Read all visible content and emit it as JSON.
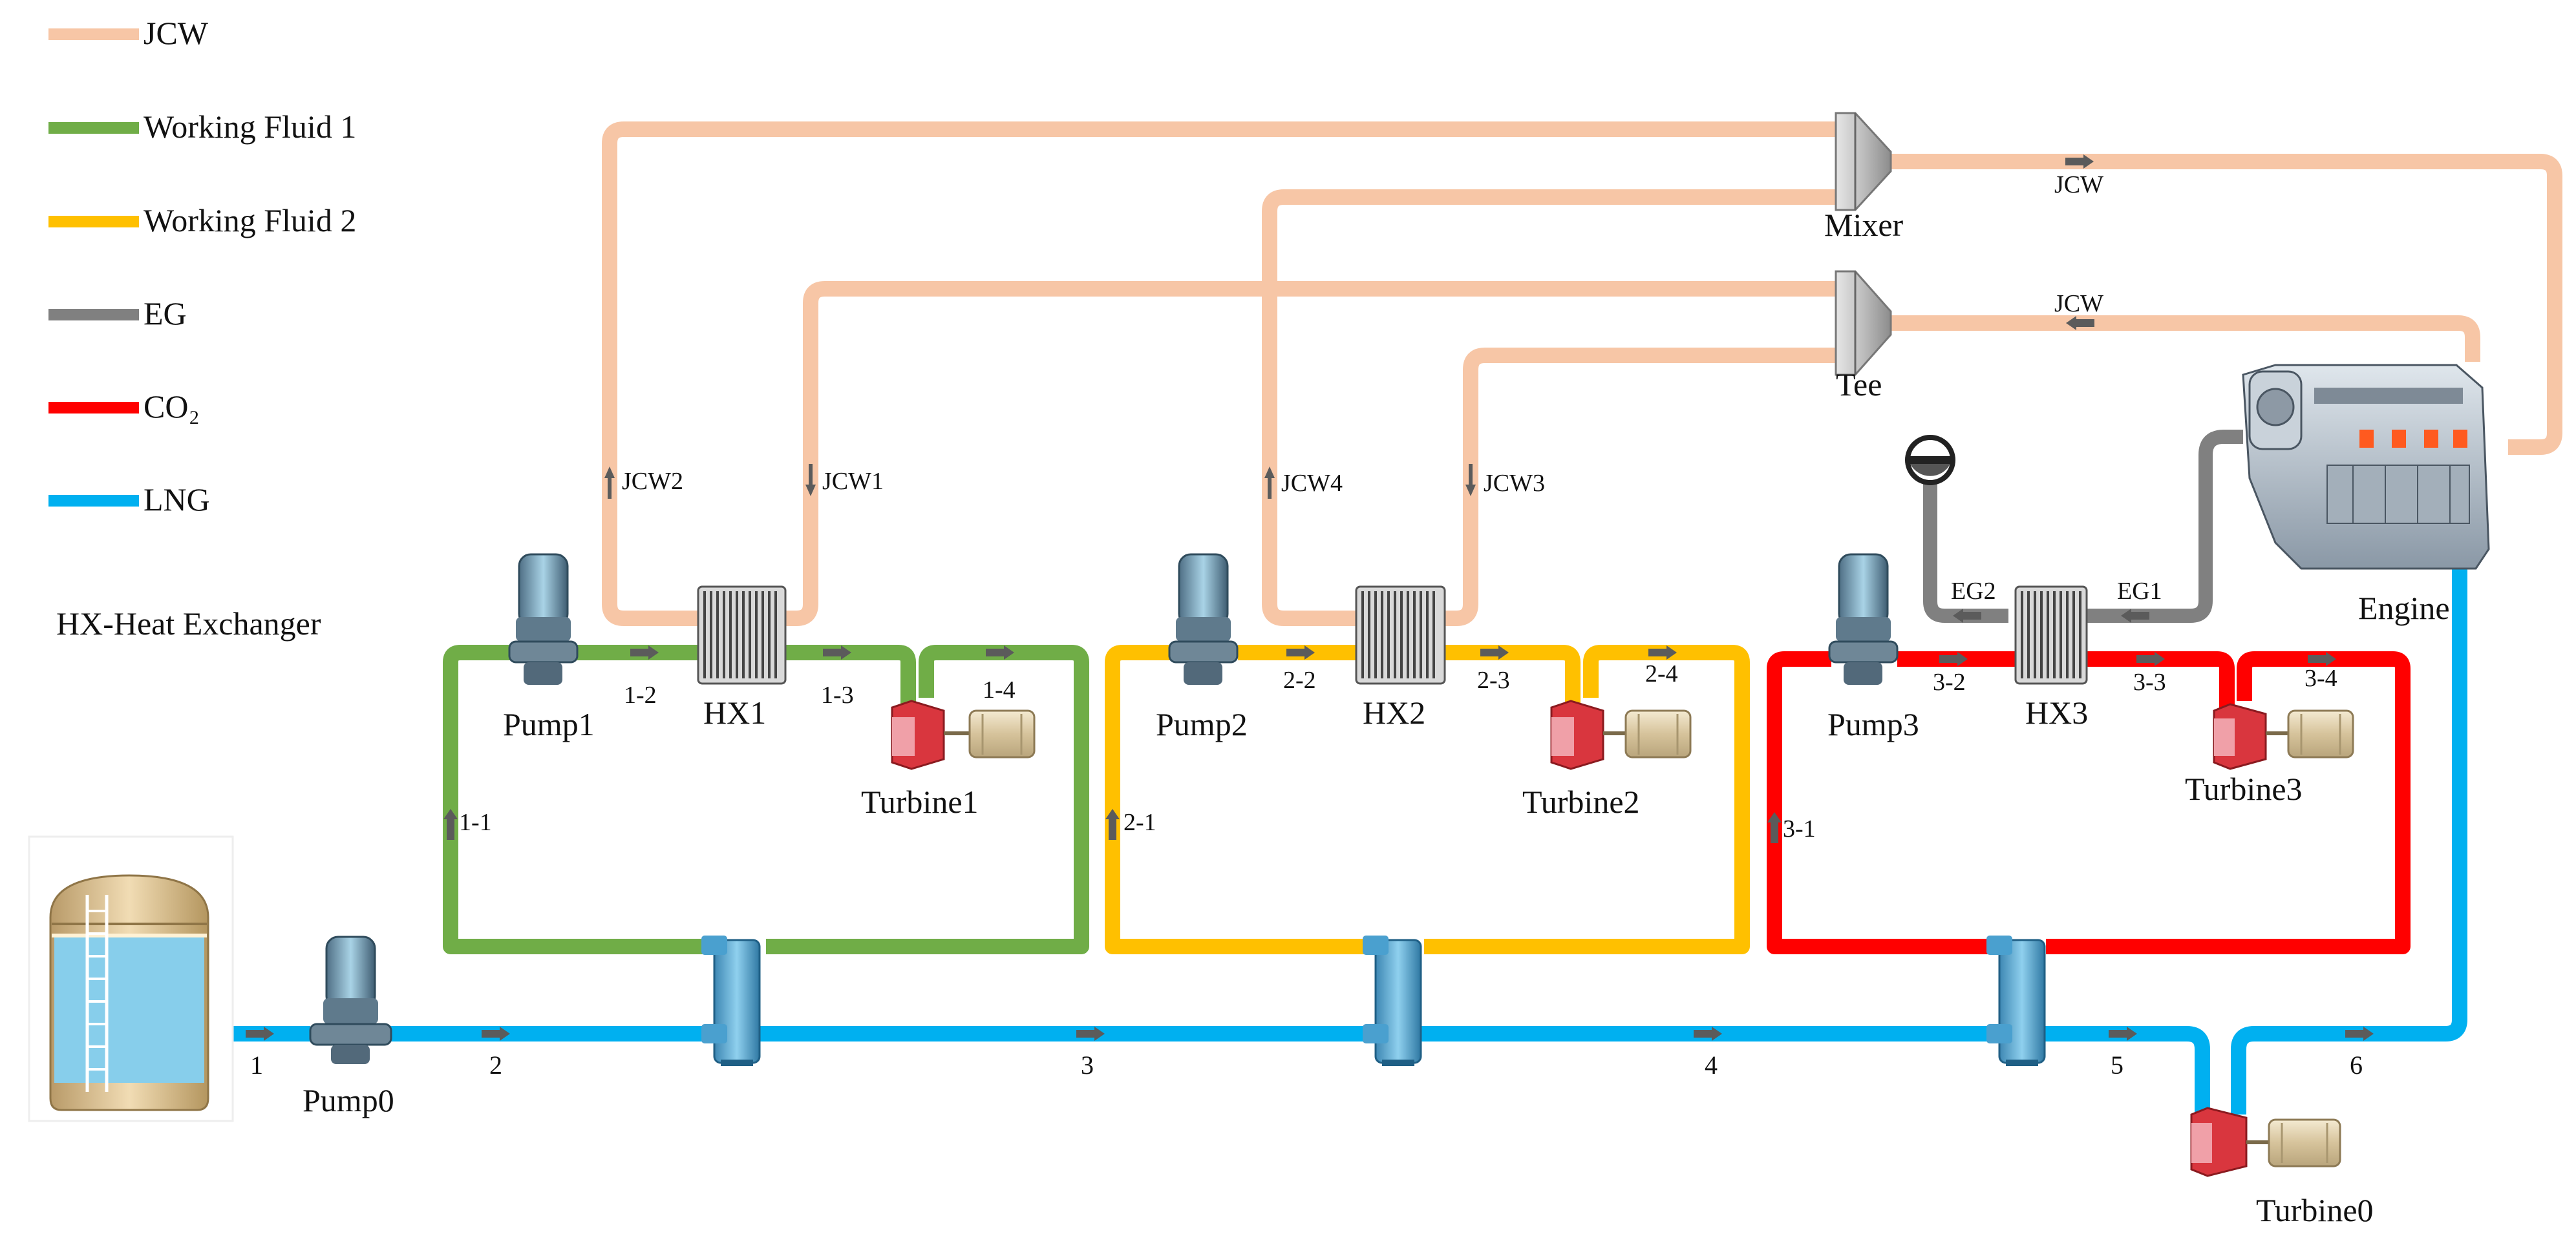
{
  "legend": {
    "items": [
      {
        "label": "JCW",
        "color": "#F7C6A6"
      },
      {
        "label": "Working Fluid 1",
        "color": "#70AD47"
      },
      {
        "label": "Working Fluid 2",
        "color": "#FFC000"
      },
      {
        "label": "EG",
        "color": "#808080"
      },
      {
        "label": "CO₂",
        "color": "#FF0000"
      },
      {
        "label": "LNG",
        "color": "#00B0F0"
      }
    ],
    "note": "HX-Heat Exchanger"
  },
  "components": {
    "pump0": "Pump0",
    "pump1": "Pump1",
    "pump2": "Pump2",
    "pump3": "Pump3",
    "hx1": "HX1",
    "hx2": "HX2",
    "hx3": "HX3",
    "turbine0": "Turbine0",
    "turbine1": "Turbine1",
    "turbine2": "Turbine2",
    "turbine3": "Turbine3",
    "mixer": "Mixer",
    "tee": "Tee",
    "engine": "Engine"
  },
  "streams": {
    "s1": "1",
    "s2": "2",
    "s3": "3",
    "s4": "4",
    "s5": "5",
    "s6": "6",
    "s1_1": "1-1",
    "s1_2": "1-2",
    "s1_3": "1-3",
    "s1_4": "1-4",
    "s2_1": "2-1",
    "s2_2": "2-2",
    "s2_3": "2-3",
    "s2_4": "2-4",
    "s3_1": "3-1",
    "s3_2": "3-2",
    "s3_3": "3-3",
    "s3_4": "3-4",
    "jcw1": "JCW1",
    "jcw2": "JCW2",
    "jcw3": "JCW3",
    "jcw4": "JCW4",
    "jcw_top": "JCW",
    "jcw_mid": "JCW",
    "eg1": "EG1",
    "eg2": "EG2"
  }
}
